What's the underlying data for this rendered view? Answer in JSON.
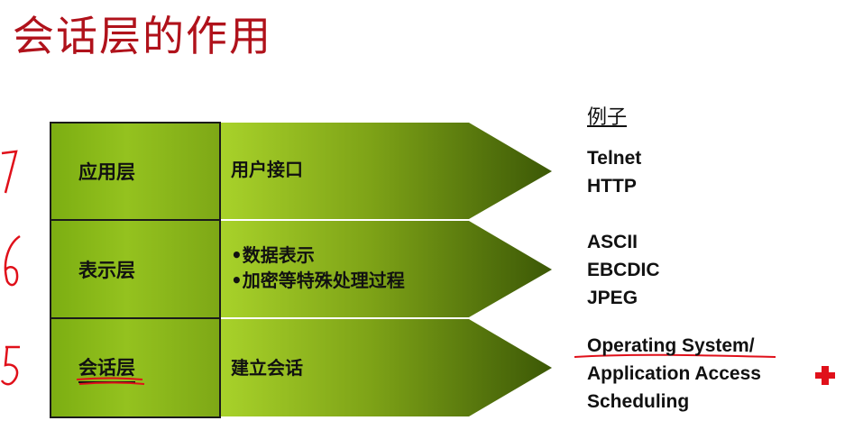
{
  "title": "会话层的作用",
  "examples_header": "例子",
  "layers": [
    {
      "name": "应用层",
      "function": [
        "用户接口"
      ],
      "examples": [
        "Telnet",
        "HTTP"
      ]
    },
    {
      "name": "表示层",
      "function": [
        "•数据表示",
        "•加密等特殊处理过程"
      ],
      "examples": [
        "ASCII",
        "EBCDIC",
        "JPEG"
      ]
    },
    {
      "name": "会话层",
      "function": [
        "建立会话"
      ],
      "examples": [
        "Operating System/",
        "Application Access",
        "Scheduling"
      ]
    }
  ],
  "colors": {
    "title": "#b0121b",
    "box_green": "#8dbb1a",
    "arrow_dark": "#3f5c07",
    "annotation_red": "#e0101a"
  }
}
